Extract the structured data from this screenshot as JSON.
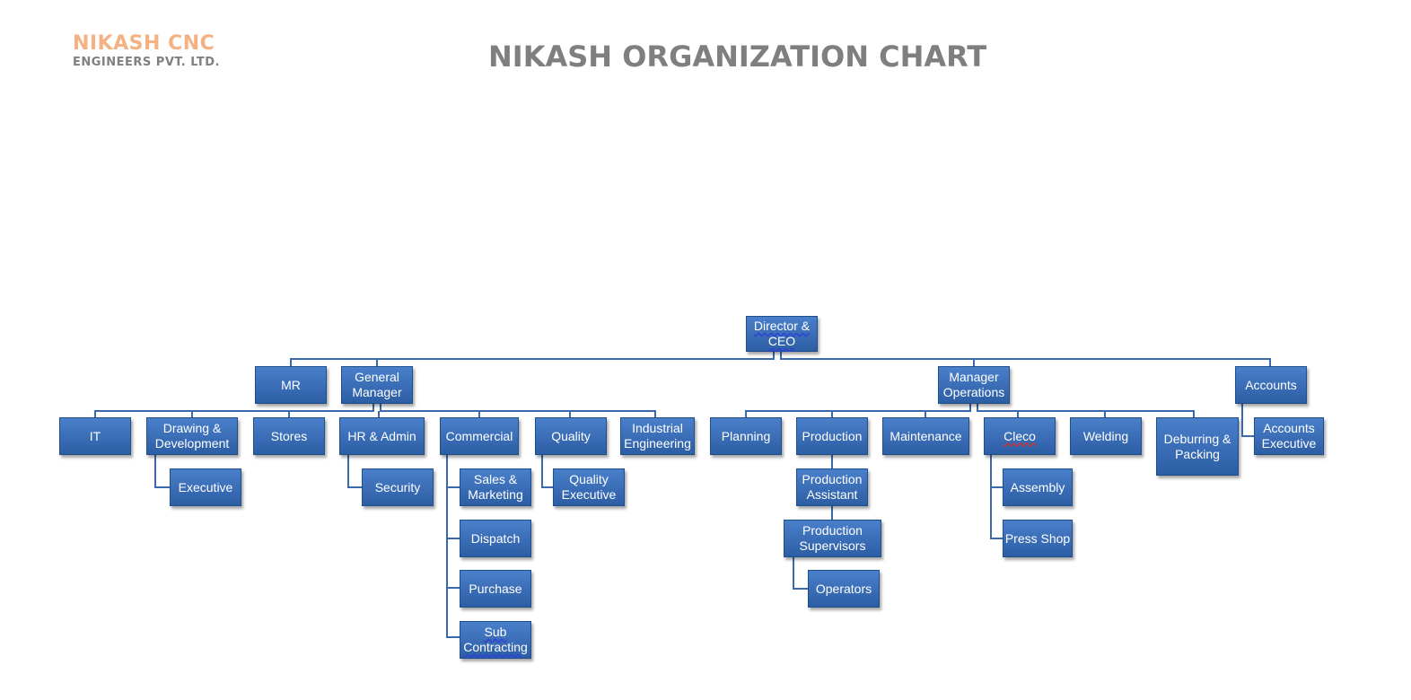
{
  "logo": {
    "line1": "NIKASH CNC",
    "line2": "ENGINEERS PVT. LTD."
  },
  "title": "NIKASH ORGANIZATION CHART",
  "colors": {
    "node_fill": "#3a6fb8",
    "connector": "#3a6aad",
    "logo_accent": "#f4b183",
    "title_gray": "#7f7f7f"
  },
  "nodes": {
    "ceo": "Director &\nCEO",
    "mr": "MR",
    "gm": "General\nManager",
    "mgrops": "Manager\nOperations",
    "accounts": "Accounts",
    "it": "IT",
    "drawing": "Drawing &\nDevelopment",
    "stores": "Stores",
    "hr": "HR & Admin",
    "commercial": "Commercial",
    "quality": "Quality",
    "indeng": "Industrial\nEngineering",
    "planning": "Planning",
    "production": "Production",
    "maintenance": "Maintenance",
    "cleco": "Cleco",
    "welding": "Welding",
    "deburring": "Deburring &\nPacking",
    "acctexec": "Accounts\nExecutive",
    "exec": "Executive",
    "security": "Security",
    "sales": "Sales &\nMarketing",
    "dispatch": "Dispatch",
    "purchase": "Purchase",
    "subcon": "Sub\nContracting",
    "qexec": "Quality\nExecutive",
    "prodasst": "Production\nAssistant",
    "prodsup": "Production\nSupervisors",
    "operators": "Operators",
    "assembly": "Assembly",
    "pressshop": "Press Shop"
  }
}
